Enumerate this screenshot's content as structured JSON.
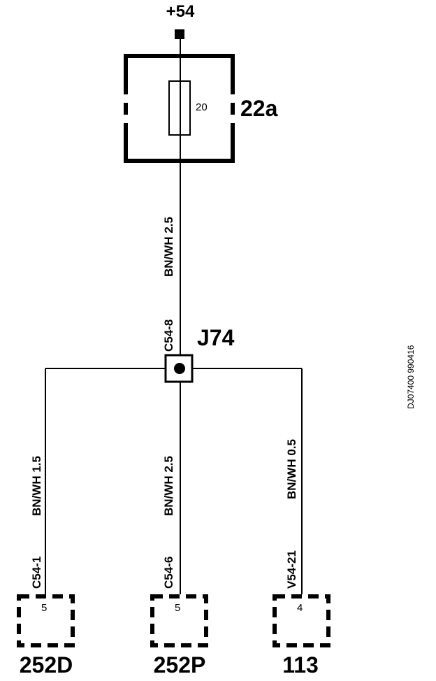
{
  "supply": {
    "label": "+54"
  },
  "fuse": {
    "rating": "20",
    "id": "22a"
  },
  "upper_wire": {
    "spec": "BN/WH 2.5",
    "connector": "C54-8"
  },
  "splice": {
    "id": "J74"
  },
  "branches": [
    {
      "spec": "BN/WH  1.5",
      "connector": "C54-1",
      "pin": "5",
      "component": "252D"
    },
    {
      "spec": "BN/WH  2.5",
      "connector": "C54-6",
      "pin": "5",
      "component": "252P"
    },
    {
      "spec": "BN/WH 0.5",
      "connector": "V54-21",
      "pin": "4",
      "component": "113"
    }
  ],
  "drawing_ref": "DJ07400 990416",
  "colors": {
    "ink": "#000000",
    "background": "#ffffff"
  }
}
